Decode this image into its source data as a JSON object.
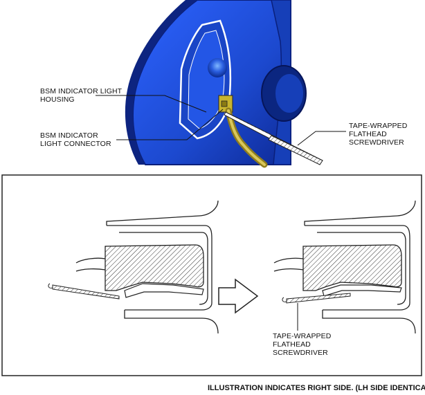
{
  "top_labels": {
    "housing": [
      "BSM INDICATOR LIGHT",
      "HOUSING"
    ],
    "connector": [
      "BSM INDICATOR",
      "LIGHT CONNECTOR"
    ],
    "screwdriver": [
      "TAPE-WRAPPED",
      "FLATHEAD",
      "SCREWDRIVER"
    ]
  },
  "bottom_labels": {
    "screwdriver": [
      "TAPE-WRAPPED",
      "FLATHEAD",
      "SCREWDRIVER"
    ]
  },
  "caption": "ILLUSTRATION INDICATES RIGHT SIDE. (LH SIDE IDENTICAL)",
  "icons": {
    "direction_arrow": "right-arrow-icon"
  },
  "colors": {
    "mirror_blue": "#1f4fd8",
    "mirror_dark": "#0a1f7a",
    "connector_yellow": "#d8c23a",
    "frame": "#222222"
  }
}
